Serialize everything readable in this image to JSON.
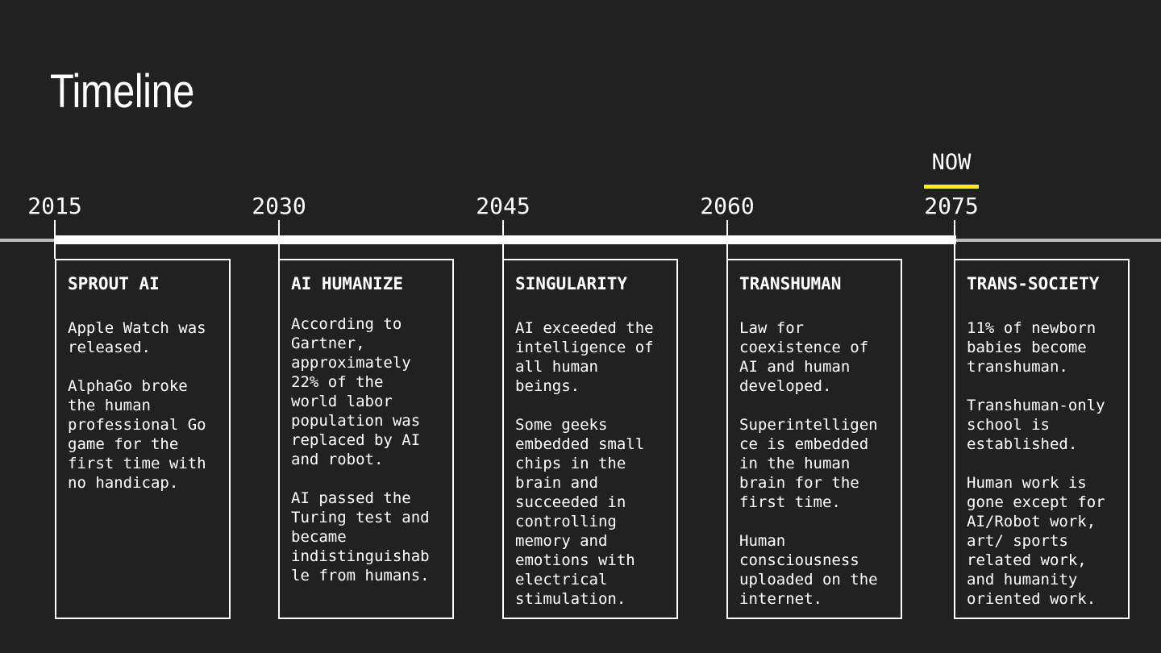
{
  "title": "Timeline",
  "now_label": "NOW",
  "colors": {
    "background": "#212121",
    "foreground": "#ffffff",
    "now_accent": "#ffec00",
    "axis_extension": "#bdbdbd"
  },
  "years": [
    "2015",
    "2030",
    "2045",
    "2060",
    "2075"
  ],
  "cards": [
    {
      "title": "SPROUT AI",
      "paragraphs": [
        "Apple Watch was\nreleased.",
        "AlphaGo broke\nthe human\nprofessional Go\ngame for the\nfirst time with\nno handicap."
      ]
    },
    {
      "title": "AI HUMANIZE",
      "paragraphs": [
        "According to\nGartner,\napproximately\n22% of the\nworld labor\npopulation was\nreplaced by AI\nand robot.",
        "AI passed the\nTuring test and\nbecame\nindistinguishab\nle from humans."
      ]
    },
    {
      "title": "SINGULARITY",
      "paragraphs": [
        "AI exceeded the\nintelligence of\nall human\nbeings.",
        "Some geeks\nembedded small\nchips in the\nbrain and\nsucceeded in\ncontrolling\nmemory and\nemotions with\nelectrical\nstimulation."
      ]
    },
    {
      "title": "TRANSHUMAN",
      "paragraphs": [
        "Law for\ncoexistence of\nAI and human\ndeveloped.",
        "Superintelligen\nce is embedded\nin the human\nbrain for the\nfirst time.",
        "Human\nconsciousness\nuploaded on the\ninternet."
      ]
    },
    {
      "title": "TRANS-SOCIETY",
      "paragraphs": [
        "11% of newborn\nbabies become\ntranshuman.",
        "Transhuman-only\nschool is\nestablished.",
        "Human work is\ngone except for\nAI/Robot work,\nart/ sports\nrelated work,\nand humanity\noriented work."
      ]
    }
  ]
}
